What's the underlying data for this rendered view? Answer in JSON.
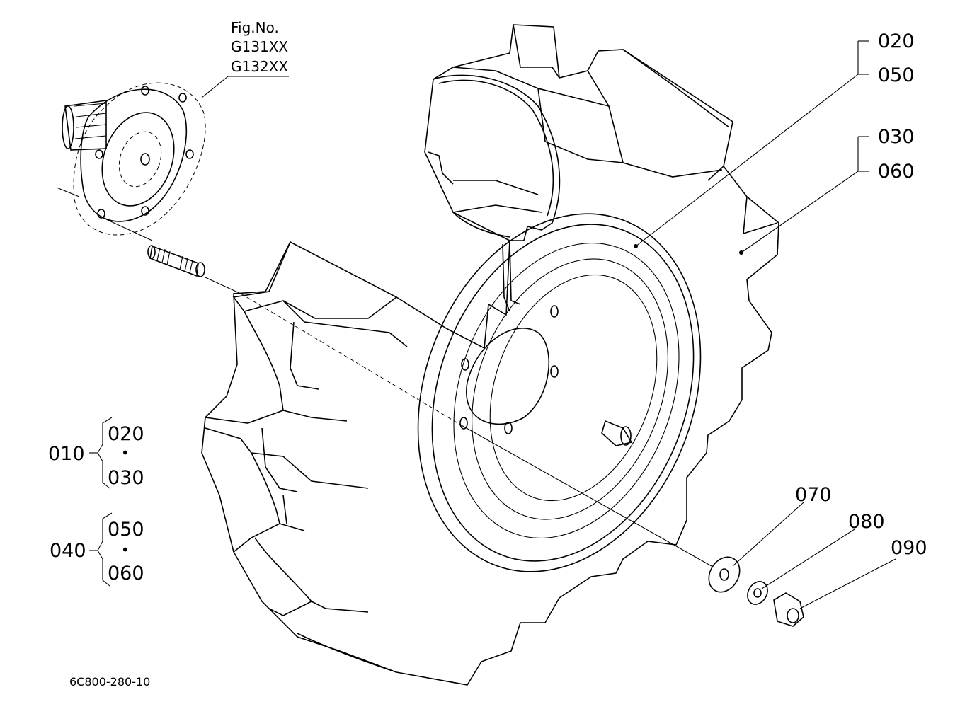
{
  "figure": {
    "fig_no_label": "Fig.No.",
    "fig_codes": [
      "G131XX",
      "G132XX"
    ],
    "drawing_code": "6C800-280-10"
  },
  "callouts": {
    "c020": "020",
    "c050": "050",
    "c030": "030",
    "c060": "060",
    "c070": "070",
    "c080": "080",
    "c090": "090"
  },
  "assemblies": [
    {
      "id": "010",
      "parts": [
        "020",
        "030"
      ],
      "separator": "•"
    },
    {
      "id": "040",
      "parts": [
        "050",
        "060"
      ],
      "separator": "•"
    }
  ]
}
